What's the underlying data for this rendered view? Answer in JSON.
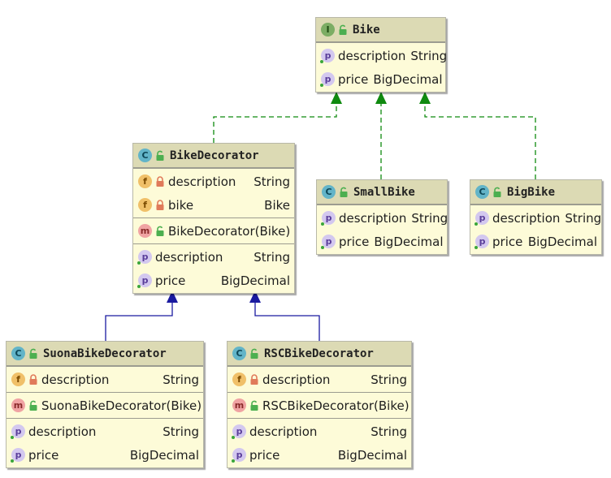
{
  "classes": [
    {
      "id": "bike",
      "kind": "I",
      "name": "Bike",
      "sections": [
        [
          {
            "icon": "p",
            "name": "description",
            "type": "String"
          },
          {
            "icon": "p",
            "name": "price",
            "type": "BigDecimal"
          }
        ]
      ]
    },
    {
      "id": "bike-decorator",
      "kind": "C",
      "name": "BikeDecorator",
      "sections": [
        [
          {
            "icon": "f",
            "lock": "private",
            "name": "description",
            "type": "String"
          },
          {
            "icon": "f",
            "lock": "private",
            "name": "bike",
            "type": "Bike"
          }
        ],
        [
          {
            "icon": "m",
            "lock": "public",
            "name": "BikeDecorator(Bike)",
            "type": ""
          }
        ],
        [
          {
            "icon": "p",
            "name": "description",
            "type": "String"
          },
          {
            "icon": "p",
            "name": "price",
            "type": "BigDecimal"
          }
        ]
      ]
    },
    {
      "id": "small-bike",
      "kind": "C",
      "name": "SmallBike",
      "sections": [
        [
          {
            "icon": "p",
            "name": "description",
            "type": "String"
          },
          {
            "icon": "p",
            "name": "price",
            "type": "BigDecimal"
          }
        ]
      ]
    },
    {
      "id": "big-bike",
      "kind": "C",
      "name": "BigBike",
      "sections": [
        [
          {
            "icon": "p",
            "name": "description",
            "type": "String"
          },
          {
            "icon": "p",
            "name": "price",
            "type": "BigDecimal"
          }
        ]
      ]
    },
    {
      "id": "suona-bike-decorator",
      "kind": "C",
      "name": "SuonaBikeDecorator",
      "sections": [
        [
          {
            "icon": "f",
            "lock": "private",
            "name": "description",
            "type": "String"
          }
        ],
        [
          {
            "icon": "m",
            "lock": "public",
            "name": "SuonaBikeDecorator(Bike)",
            "type": ""
          }
        ],
        [
          {
            "icon": "p",
            "name": "description",
            "type": "String"
          },
          {
            "icon": "p",
            "name": "price",
            "type": "BigDecimal"
          }
        ]
      ]
    },
    {
      "id": "rsc-bike-decorator",
      "kind": "C",
      "name": "RSCBikeDecorator",
      "sections": [
        [
          {
            "icon": "f",
            "lock": "private",
            "name": "description",
            "type": "String"
          }
        ],
        [
          {
            "icon": "m",
            "lock": "public",
            "name": "RSCBikeDecorator(Bike)",
            "type": ""
          }
        ],
        [
          {
            "icon": "p",
            "name": "description",
            "type": "String"
          },
          {
            "icon": "p",
            "name": "price",
            "type": "BigDecimal"
          }
        ]
      ]
    }
  ],
  "relations": [
    {
      "from": "bike-decorator",
      "to": "bike",
      "kind": "implements"
    },
    {
      "from": "small-bike",
      "to": "bike",
      "kind": "implements"
    },
    {
      "from": "big-bike",
      "to": "bike",
      "kind": "implements"
    },
    {
      "from": "suona-bike-decorator",
      "to": "bike-decorator",
      "kind": "extends"
    },
    {
      "from": "rsc-bike-decorator",
      "to": "bike-decorator",
      "kind": "extends"
    }
  ],
  "colors": {
    "implements": "#0f8a0f",
    "extends": "#1a1aa0"
  }
}
